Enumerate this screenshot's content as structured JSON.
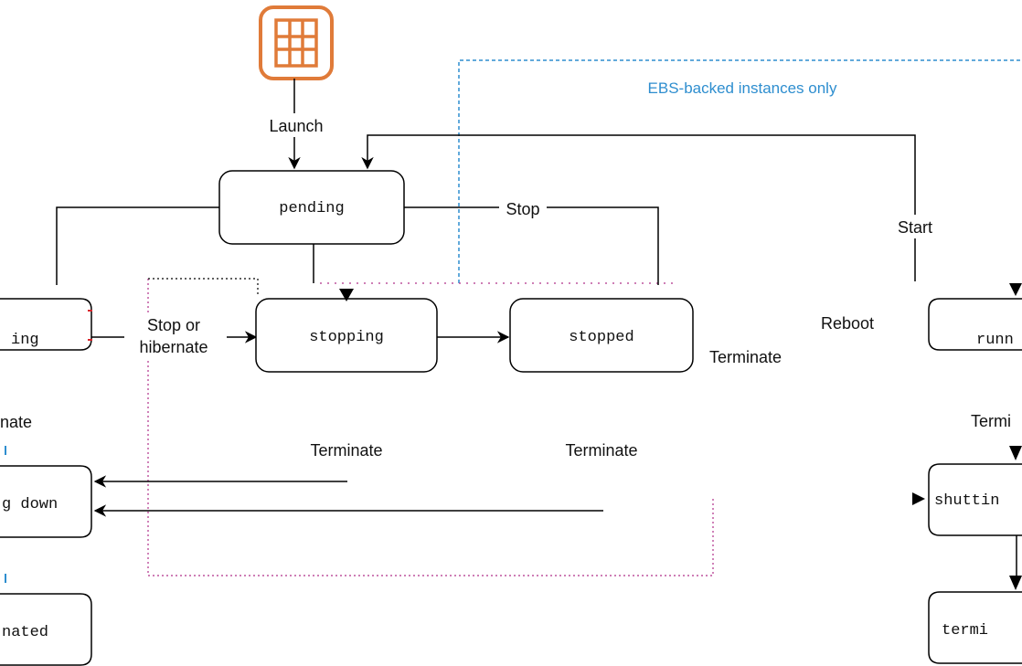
{
  "diagram": {
    "icon": "ec2-instance-icon",
    "region_label": "EBS-backed instances only",
    "colors": {
      "icon": "#e07b39",
      "region_border": "#2e8ecf",
      "region_text": "#2e8ecf",
      "dotted_region": "#b0308a",
      "edges": "#000000",
      "red_corner": "#d9262c"
    },
    "states": {
      "pending": "pending",
      "running": "ing",
      "stopping": "stopping",
      "stopped": "stopped",
      "running_right": "runn",
      "shutting_down_left": "g down",
      "shutting_down_right": "shuttin",
      "terminated_left": "nated",
      "terminated_right": "termi"
    },
    "labels": {
      "launch": "Launch",
      "stop": "Stop",
      "start": "Start",
      "reboot": "Reboot",
      "stop_or_hibernate_1": "Stop or",
      "stop_or_hibernate_2": "hibernate",
      "terminate_right_of_stopped": "Terminate",
      "terminate_under_stopping": "Terminate",
      "terminate_under_stopped": "Terminate",
      "terminate_left": "nate",
      "terminate_right": "Termi"
    }
  }
}
